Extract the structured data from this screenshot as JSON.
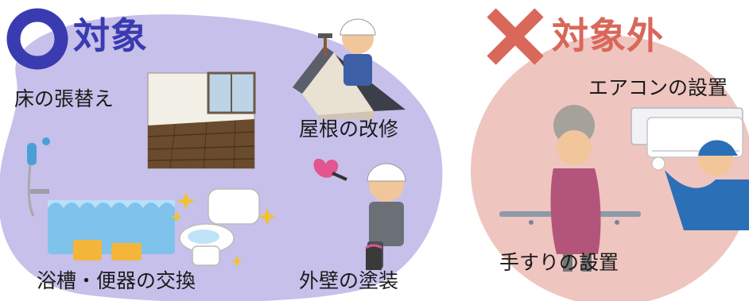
{
  "colors": {
    "covered_bg": "#c6c0ea",
    "covered_accent": "#3a3bb0",
    "excluded_bg": "#efc5c0",
    "excluded_accent": "#d9675a"
  },
  "covered": {
    "heading": "対象",
    "icon": "circle-mark-icon",
    "items": {
      "floor": "床の張替え",
      "roof": "屋根の改修",
      "bath_toilet": "浴槽・便器の交換",
      "wall": "外壁の塗装"
    }
  },
  "excluded": {
    "heading": "対象外",
    "icon": "cross-mark-icon",
    "items": {
      "aircon": "エアコンの設置",
      "handrail": "手すりの設置"
    }
  }
}
